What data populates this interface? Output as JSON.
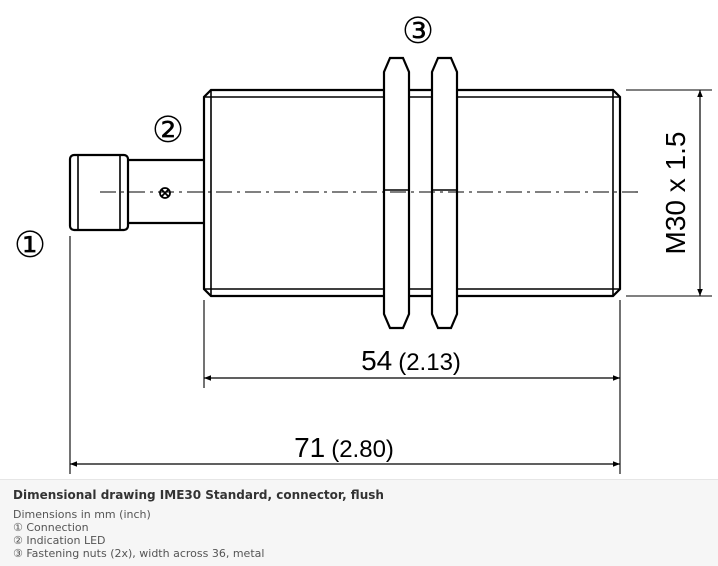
{
  "diagram": {
    "callouts": {
      "connection": "①",
      "led": "②",
      "nuts": "③"
    },
    "thread_label": "M30 x 1.5",
    "dim_body": {
      "value": "54",
      "inch": "(2.13)"
    },
    "dim_total": {
      "value": "71",
      "inch": "(2.80)"
    }
  },
  "caption": {
    "title": "Dimensional drawing IME30 Standard, connector, flush",
    "units": "Dimensions in mm (inch)",
    "legend": [
      "① Connection",
      "② Indication LED",
      "③ Fastening nuts (2x), width across 36, metal"
    ]
  }
}
